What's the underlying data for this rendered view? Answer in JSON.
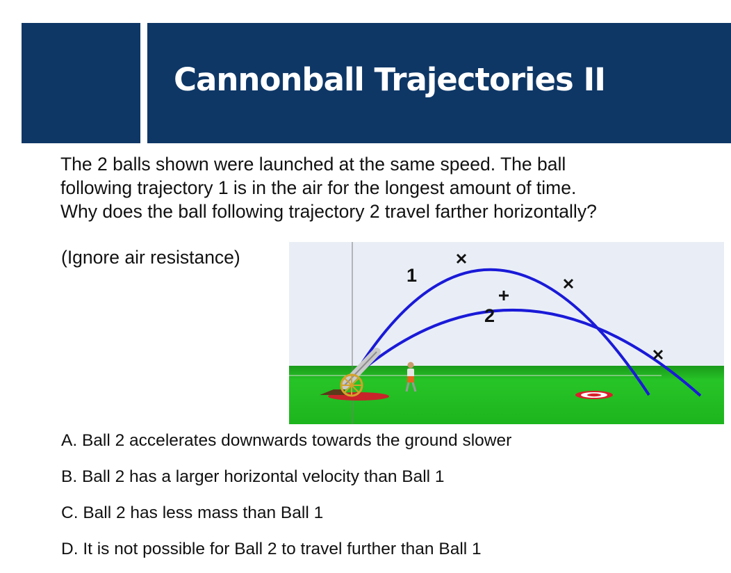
{
  "slide": {
    "title": "Cannonball Trajectories II",
    "question_lines": [
      "The 2 balls shown were launched at the same speed.  The ball",
      "following trajectory 1 is in the air for the longest amount of time.",
      "Why does the ball following trajectory 2 travel farther horizontally?"
    ],
    "note": "(Ignore air resistance)",
    "answers": [
      {
        "letter": "A.",
        "text": "Ball 2 accelerates downwards towards the ground slower"
      },
      {
        "letter": "B.",
        "text": "Ball 2 has a larger horizontal velocity than Ball 1"
      },
      {
        "letter": "C.",
        "text": "Ball 2 has less mass than Ball 1"
      },
      {
        "letter": "D.",
        "text": "It is not possible for Ball 2 to travel further than Ball 1"
      }
    ]
  },
  "simulation": {
    "trajectory_1_label": "1",
    "trajectory_2_label": "2",
    "colors": {
      "sky": "#e9eef6",
      "grass": "#1fb81f",
      "trajectory": "#1a1ad8",
      "banner": "#0e3766"
    }
  }
}
